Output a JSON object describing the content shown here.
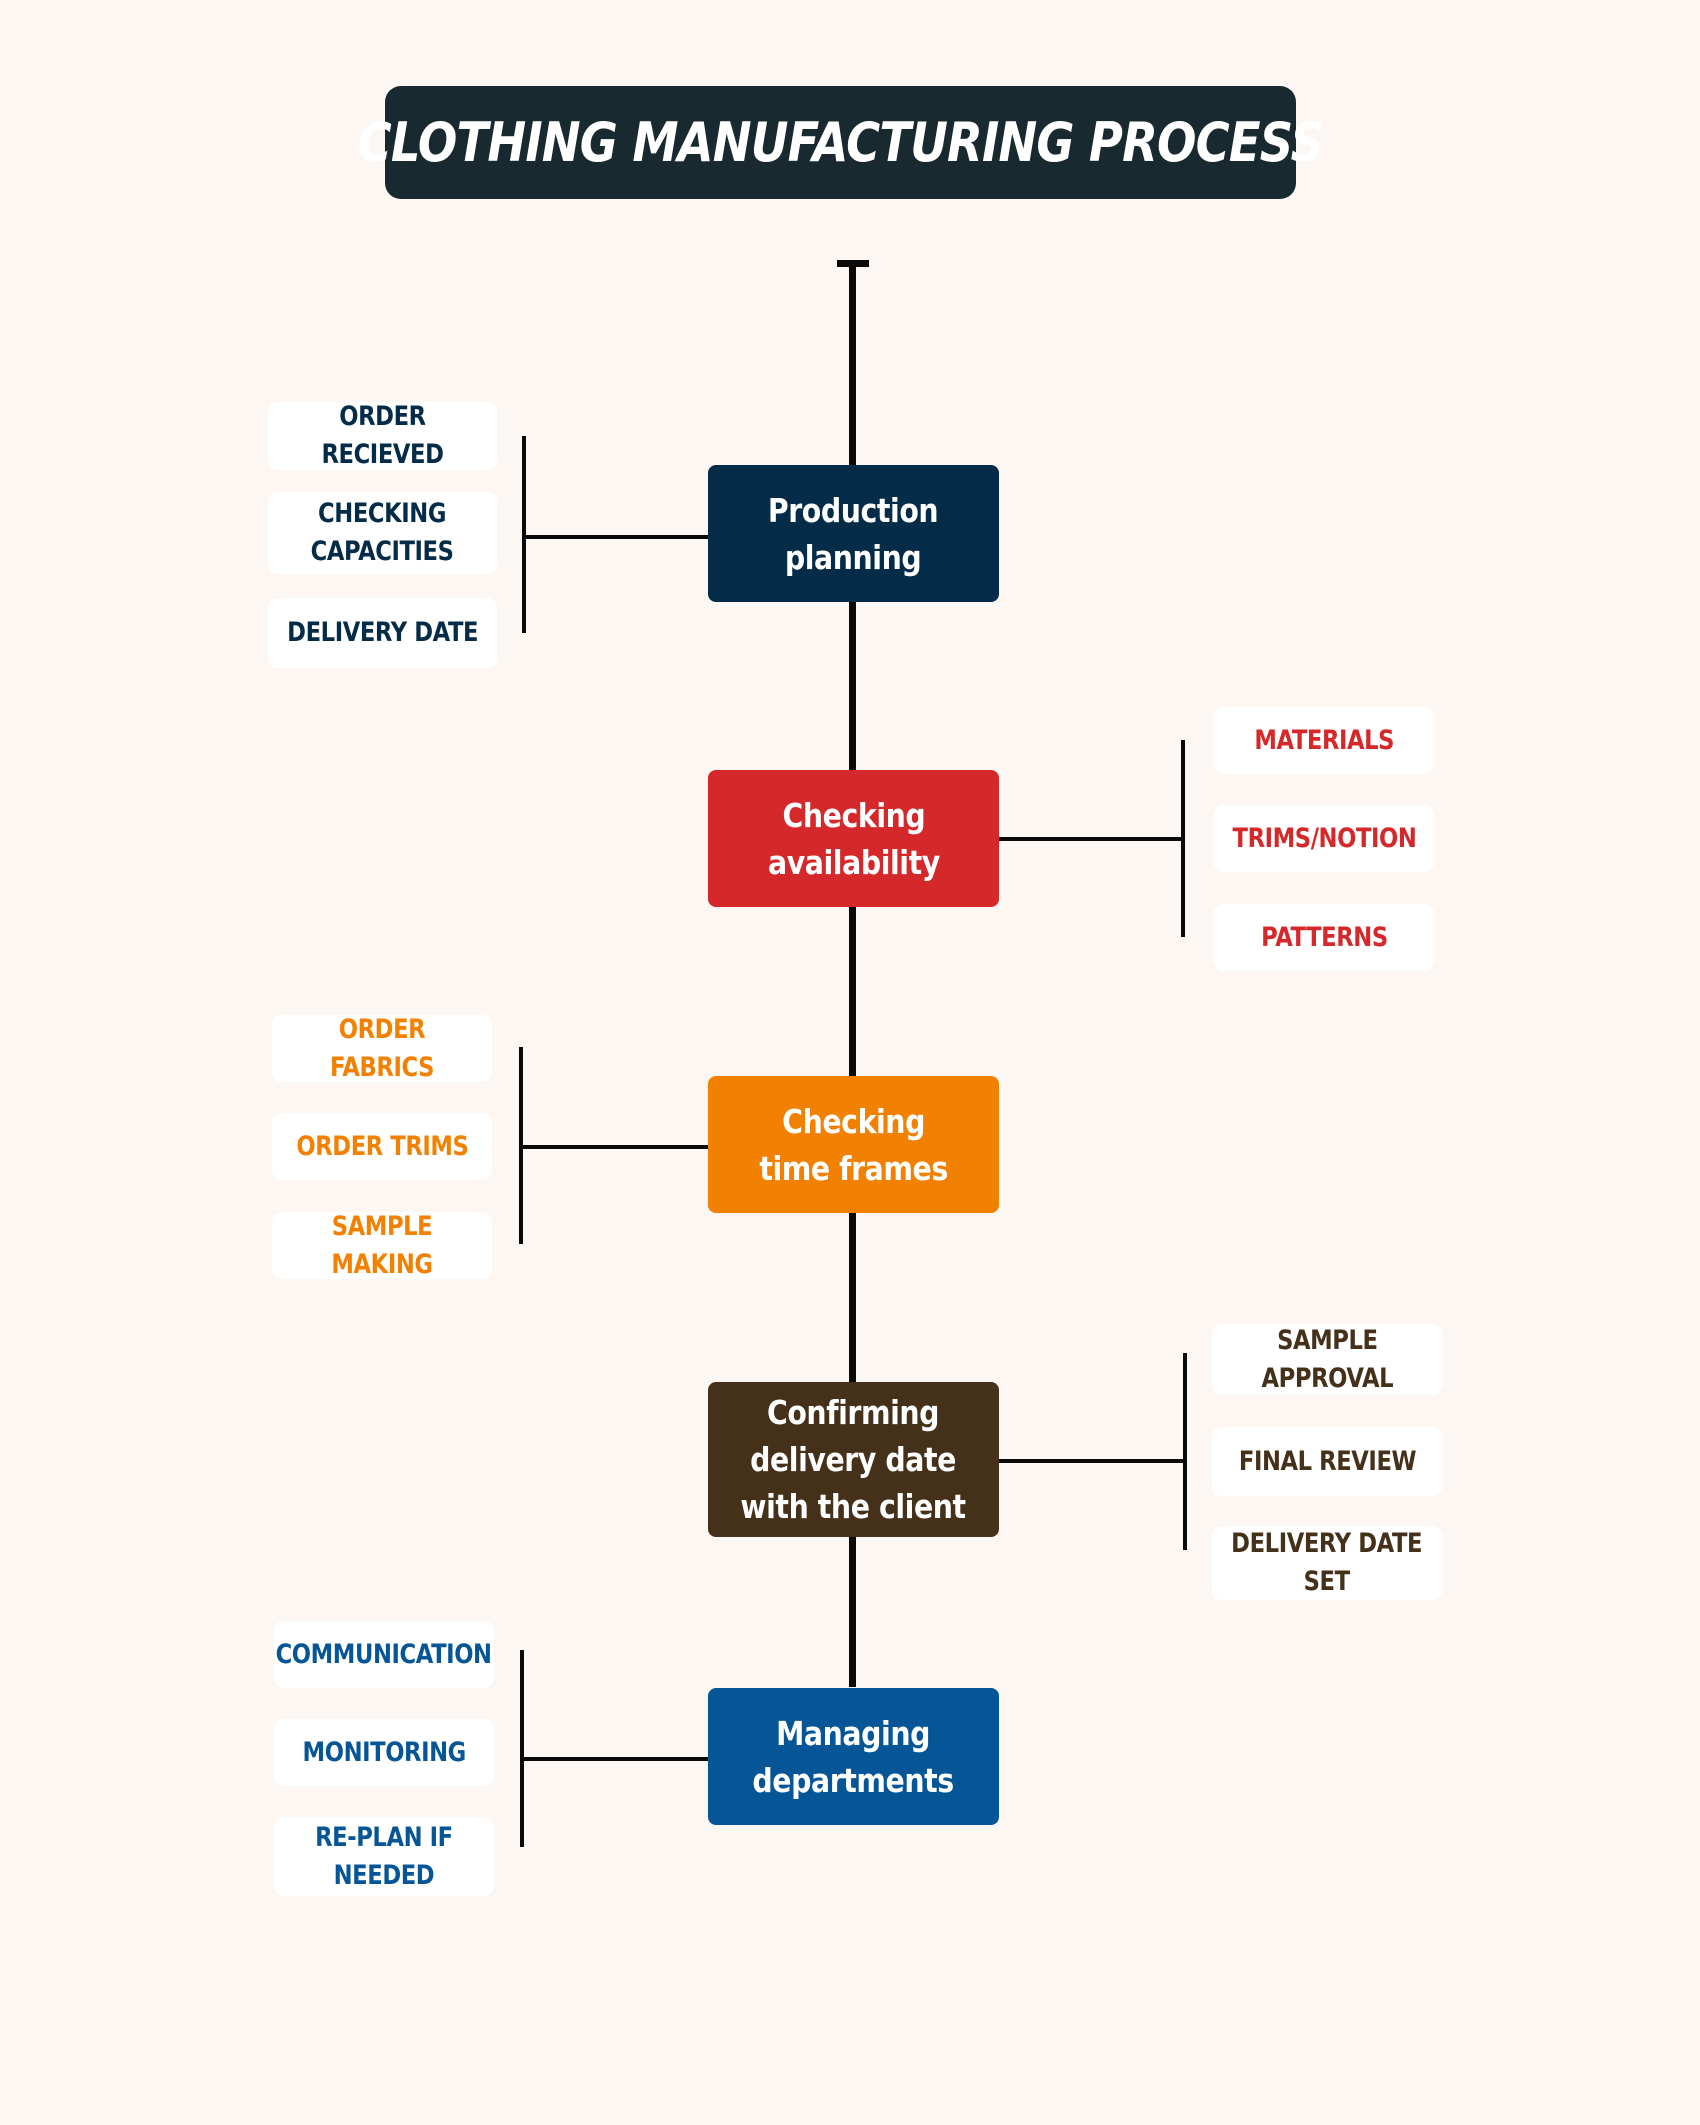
{
  "title": "CLOTHING MANUFACTURING PROCESS",
  "colors": {
    "background": "#fcf7f2",
    "title_bg": "#182a30",
    "line": "#0a0a0a",
    "item_bg": "#ffffff"
  },
  "steps": [
    {
      "label": "Production\nplanning",
      "color": "#042b47",
      "side": "left",
      "items": [
        "ORDER RECIEVED",
        "CHECKING\nCAPACITIES",
        "DELIVERY DATE"
      ]
    },
    {
      "label": "Checking\navailability",
      "color": "#d5282a",
      "side": "right",
      "items": [
        "MATERIALS",
        "TRIMS/NOTION",
        "PATTERNS"
      ]
    },
    {
      "label": "Checking\ntime frames",
      "color": "#f28102",
      "side": "left",
      "items": [
        "ORDER FABRICS",
        "ORDER TRIMS",
        "SAMPLE MAKING"
      ]
    },
    {
      "label": "Confirming\ndelivery date\nwith the client",
      "color": "#45301a",
      "side": "right",
      "items": [
        "SAMPLE\nAPPROVAL",
        "FINAL REVIEW",
        "DELIVERY DATE\nSET"
      ]
    },
    {
      "label": "Managing\ndepartments",
      "color": "#055597",
      "side": "left",
      "items": [
        "COMMUNICATION",
        "MONITORING",
        "RE-PLAN IF\nNEEDED"
      ]
    }
  ]
}
